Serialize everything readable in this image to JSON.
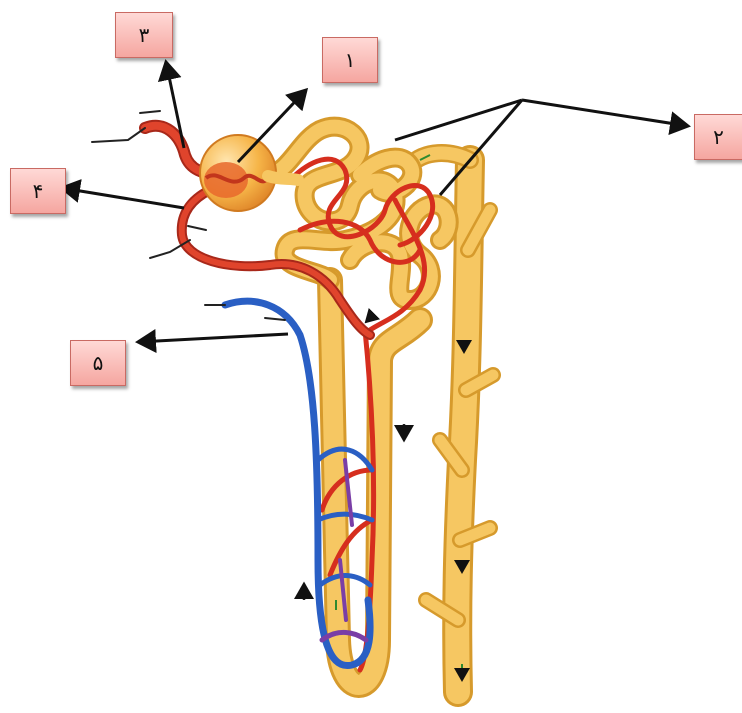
{
  "diagram": {
    "labels": [
      {
        "id": "1",
        "text": "١"
      },
      {
        "id": "2",
        "text": "٢"
      },
      {
        "id": "3",
        "text": "٣"
      },
      {
        "id": "4",
        "text": "۴"
      },
      {
        "id": "5",
        "text": "۵"
      }
    ],
    "colors": {
      "artery": "#d62e1e",
      "vein": "#2a5fc4",
      "tubule": "#f6c762",
      "tubule_outline": "#d69a2c",
      "capsule": "#f3a23a",
      "pointer": "#111111",
      "label_fill": "#f5a6a0"
    }
  }
}
